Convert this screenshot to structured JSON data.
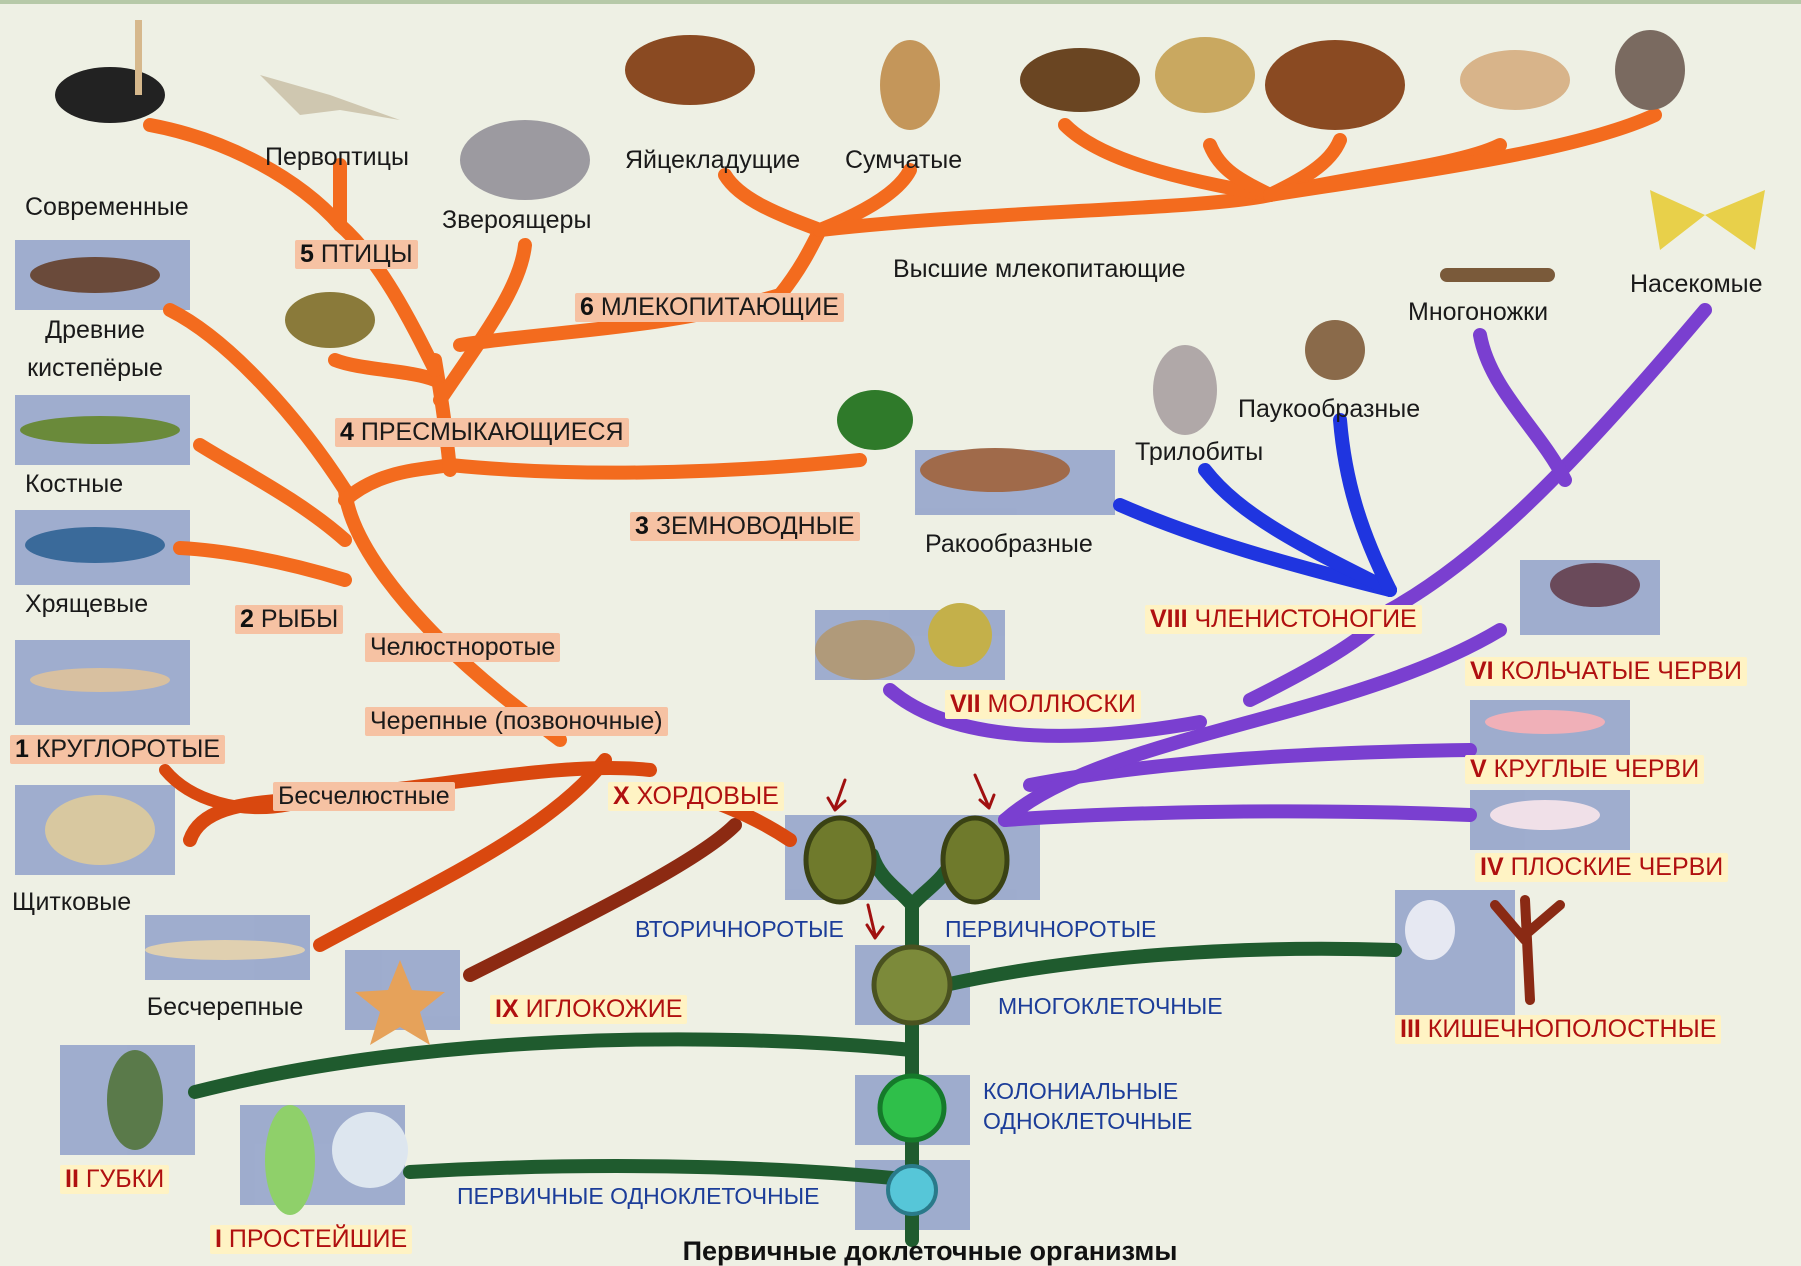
{
  "title": "Первичные доклеточные организмы",
  "colors": {
    "vertebrates": "#f36b1e",
    "chordata": "#d9480f",
    "echinoderms": "#8c2a12",
    "arthropods": "#1f35e0",
    "invertebrates": "#7a3fd0",
    "base": "#1f5b2e",
    "water": "#6a7fb8"
  },
  "phyla": [
    {
      "num": "I",
      "name": "ПРОСТЕЙШИЕ"
    },
    {
      "num": "II",
      "name": "ГУБКИ"
    },
    {
      "num": "III",
      "name": "КИШЕЧНОПОЛОСТНЫЕ"
    },
    {
      "num": "IV",
      "name": "ПЛОСКИЕ ЧЕРВИ"
    },
    {
      "num": "V",
      "name": "КРУГЛЫЕ ЧЕРВИ"
    },
    {
      "num": "VI",
      "name": "КОЛЬЧАТЫЕ ЧЕРВИ"
    },
    {
      "num": "VII",
      "name": "МОЛЛЮСКИ"
    },
    {
      "num": "VIII",
      "name": "ЧЛЕНИСТОНОГИЕ"
    },
    {
      "num": "IX",
      "name": "ИГЛОКОЖИЕ"
    },
    {
      "num": "X",
      "name": "ХОРДОВЫЕ"
    }
  ],
  "classes": [
    {
      "num": "1",
      "name": "КРУГЛОРОТЫЕ"
    },
    {
      "num": "2",
      "name": "РЫБЫ"
    },
    {
      "num": "3",
      "name": "ЗЕМНОВОДНЫЕ"
    },
    {
      "num": "4",
      "name": "ПРЕСМЫКАЮЩИЕСЯ"
    },
    {
      "num": "5",
      "name": "ПТИЦЫ"
    },
    {
      "num": "6",
      "name": "МЛЕКОПИТАЮЩИЕ"
    }
  ],
  "stages": {
    "primary_unicellular": "ПЕРВИЧНЫЕ ОДНОКЛЕТОЧНЫЕ",
    "colonial_1": "КОЛОНИАЛЬНЫЕ",
    "colonial_2": "ОДНОКЛЕТОЧНЫЕ",
    "multicellular": "МНОГОКЛЕТОЧНЫЕ",
    "deuterostomes": "ВТОРИЧНОРОТЫЕ",
    "protostomes": "ПЕРВИЧНОРОТЫЕ"
  },
  "groups": {
    "jawless": "Бесчелюстные",
    "cranial": "Черепные (позвоночные)",
    "jawed": "Челюстноротые",
    "acrania": "Бесчерепные",
    "armored": "Щитковые",
    "cartilaginous": "Хрящевые",
    "bony": "Костные",
    "lobe_1": "Древние",
    "lobe_2": "кистепёрые",
    "modern_birds": "Современные",
    "first_birds": "Первоптицы",
    "therapsids": "Звероящеры",
    "monotremes": "Яйцекладущие",
    "marsupials": "Сумчатые",
    "placentals": "Высшие млекопитающие",
    "crustaceans": "Ракообразные",
    "trilobites": "Трилобиты",
    "arachnids": "Паукообразные",
    "myriapods": "Многоножки",
    "insects": "Насекомые"
  }
}
